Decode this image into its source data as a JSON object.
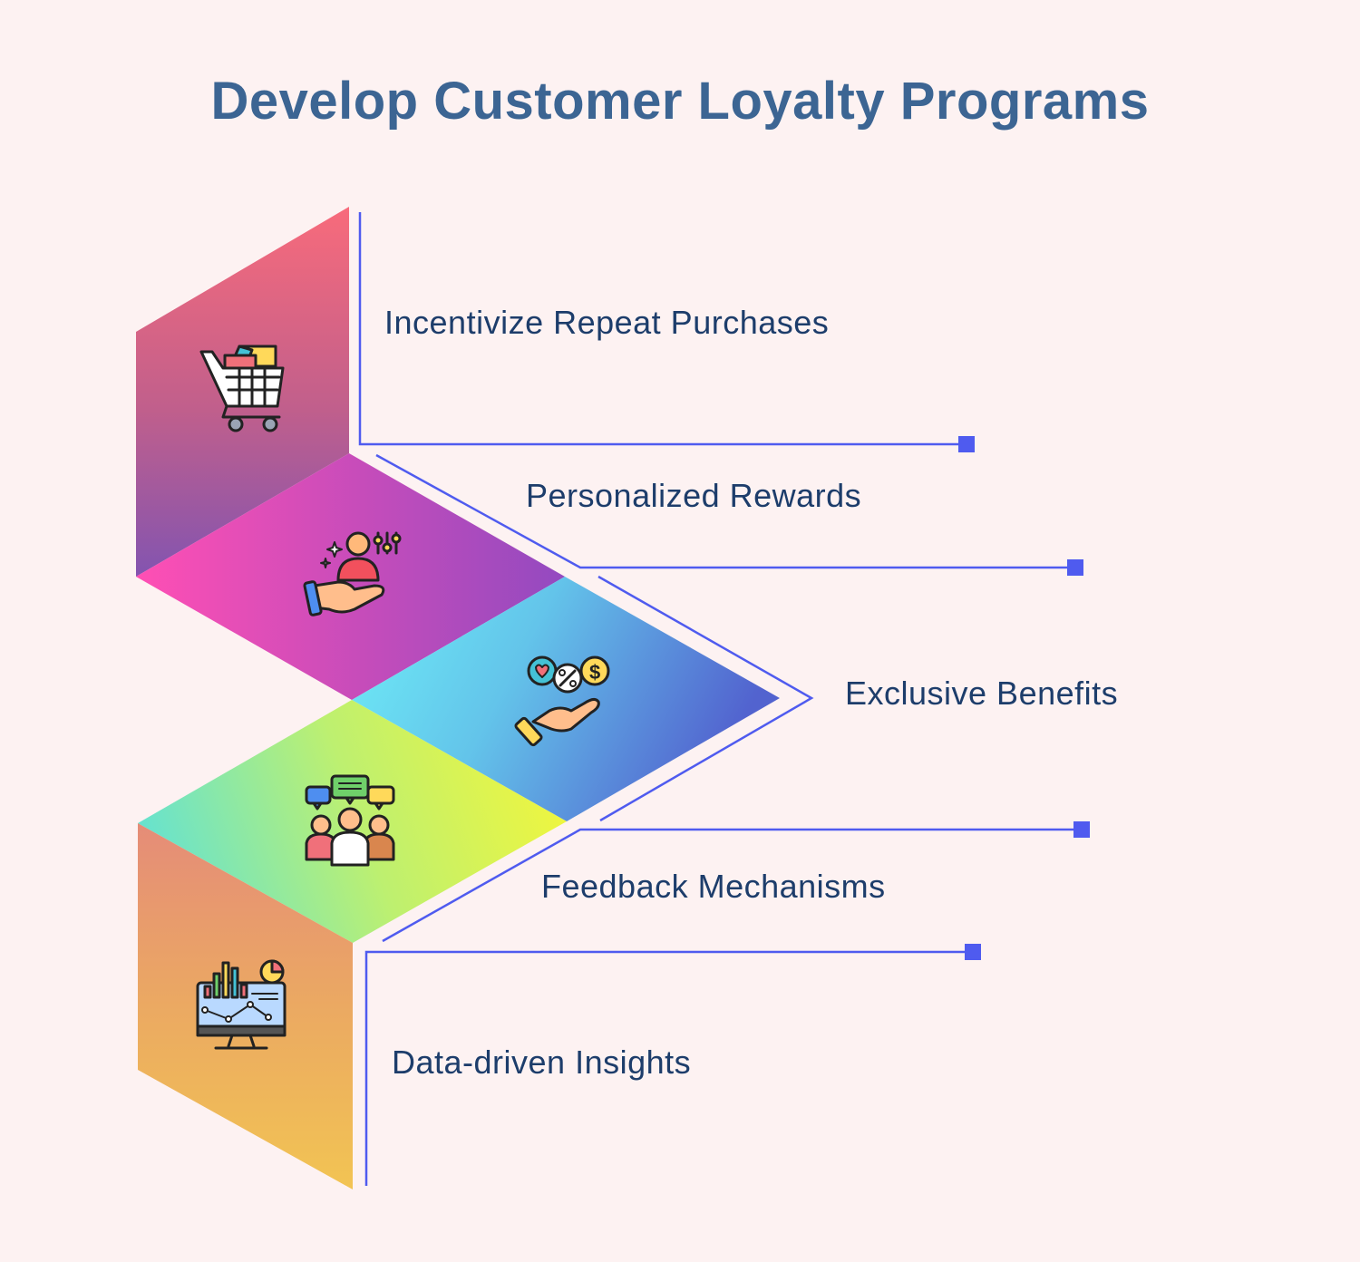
{
  "title": "Develop Customer Loyalty Programs",
  "steps": [
    {
      "label": "Incentivize Repeat Purchases",
      "icon": "shopping-cart-icon"
    },
    {
      "label": "Personalized Rewards",
      "icon": "person-hand-icon"
    },
    {
      "label": "Exclusive Benefits",
      "icon": "coins-hand-icon"
    },
    {
      "label": "Feedback Mechanisms",
      "icon": "team-chat-icon"
    },
    {
      "label": "Data-driven Insights",
      "icon": "analytics-monitor-icon"
    }
  ],
  "colors": {
    "title": "#3c6593",
    "label": "#1d3d6b",
    "connector": "#4f5bef",
    "background": "#fdf2f2"
  }
}
